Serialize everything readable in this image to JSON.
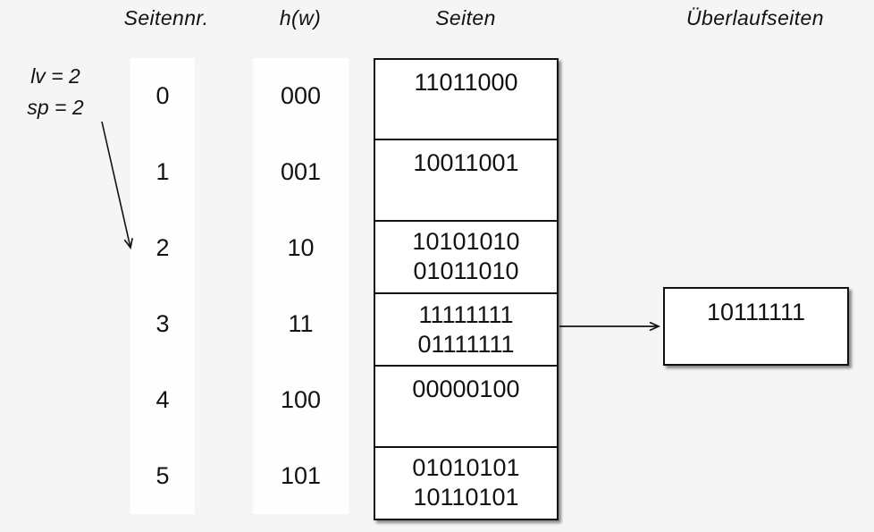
{
  "diagram": {
    "headers": {
      "seitennr": "Seitennr.",
      "hw": "h(w)",
      "seiten": "Seiten",
      "ueberlaufseiten": "Überlaufseiten"
    },
    "annotation": {
      "line1": "lv = 2",
      "line2": "sp = 2"
    },
    "rows": [
      {
        "nr": "0",
        "hash": "000",
        "entries": [
          "11011000"
        ]
      },
      {
        "nr": "1",
        "hash": "001",
        "entries": [
          "10011001"
        ]
      },
      {
        "nr": "2",
        "hash": "10",
        "entries": [
          "10101010",
          "01011010"
        ]
      },
      {
        "nr": "3",
        "hash": "11",
        "entries": [
          "11111111",
          "01111111"
        ]
      },
      {
        "nr": "4",
        "hash": "100",
        "entries": [
          "00000100"
        ]
      },
      {
        "nr": "5",
        "hash": "101",
        "entries": [
          "01010101",
          "10110101"
        ]
      }
    ],
    "overflow": {
      "entries": [
        "10111111"
      ],
      "linked_row": "3"
    },
    "colors": {
      "background": "#f5f5f6",
      "box_fill": "#ffffff",
      "line": "#111111",
      "text": "#121212"
    }
  }
}
